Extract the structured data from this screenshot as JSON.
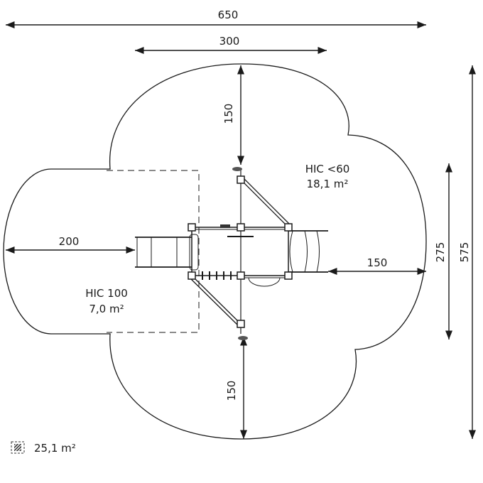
{
  "dimensions": {
    "total_width": "650",
    "structure_width": "300",
    "total_depth": "575",
    "structure_depth": "275",
    "top_clearance": "150",
    "bottom_clearance": "150",
    "left_clearance": "200",
    "right_clearance": "150"
  },
  "zones": {
    "hic_high": {
      "label": "HIC <60",
      "area": "18,1 m²"
    },
    "hic_low": {
      "label": "HIC 100",
      "area": "7,0 m²"
    }
  },
  "legend": {
    "icon": "hatched-area-icon",
    "total_area": "25,1 m²"
  },
  "colors": {
    "line": "#1a1a1a",
    "background": "#ffffff"
  }
}
